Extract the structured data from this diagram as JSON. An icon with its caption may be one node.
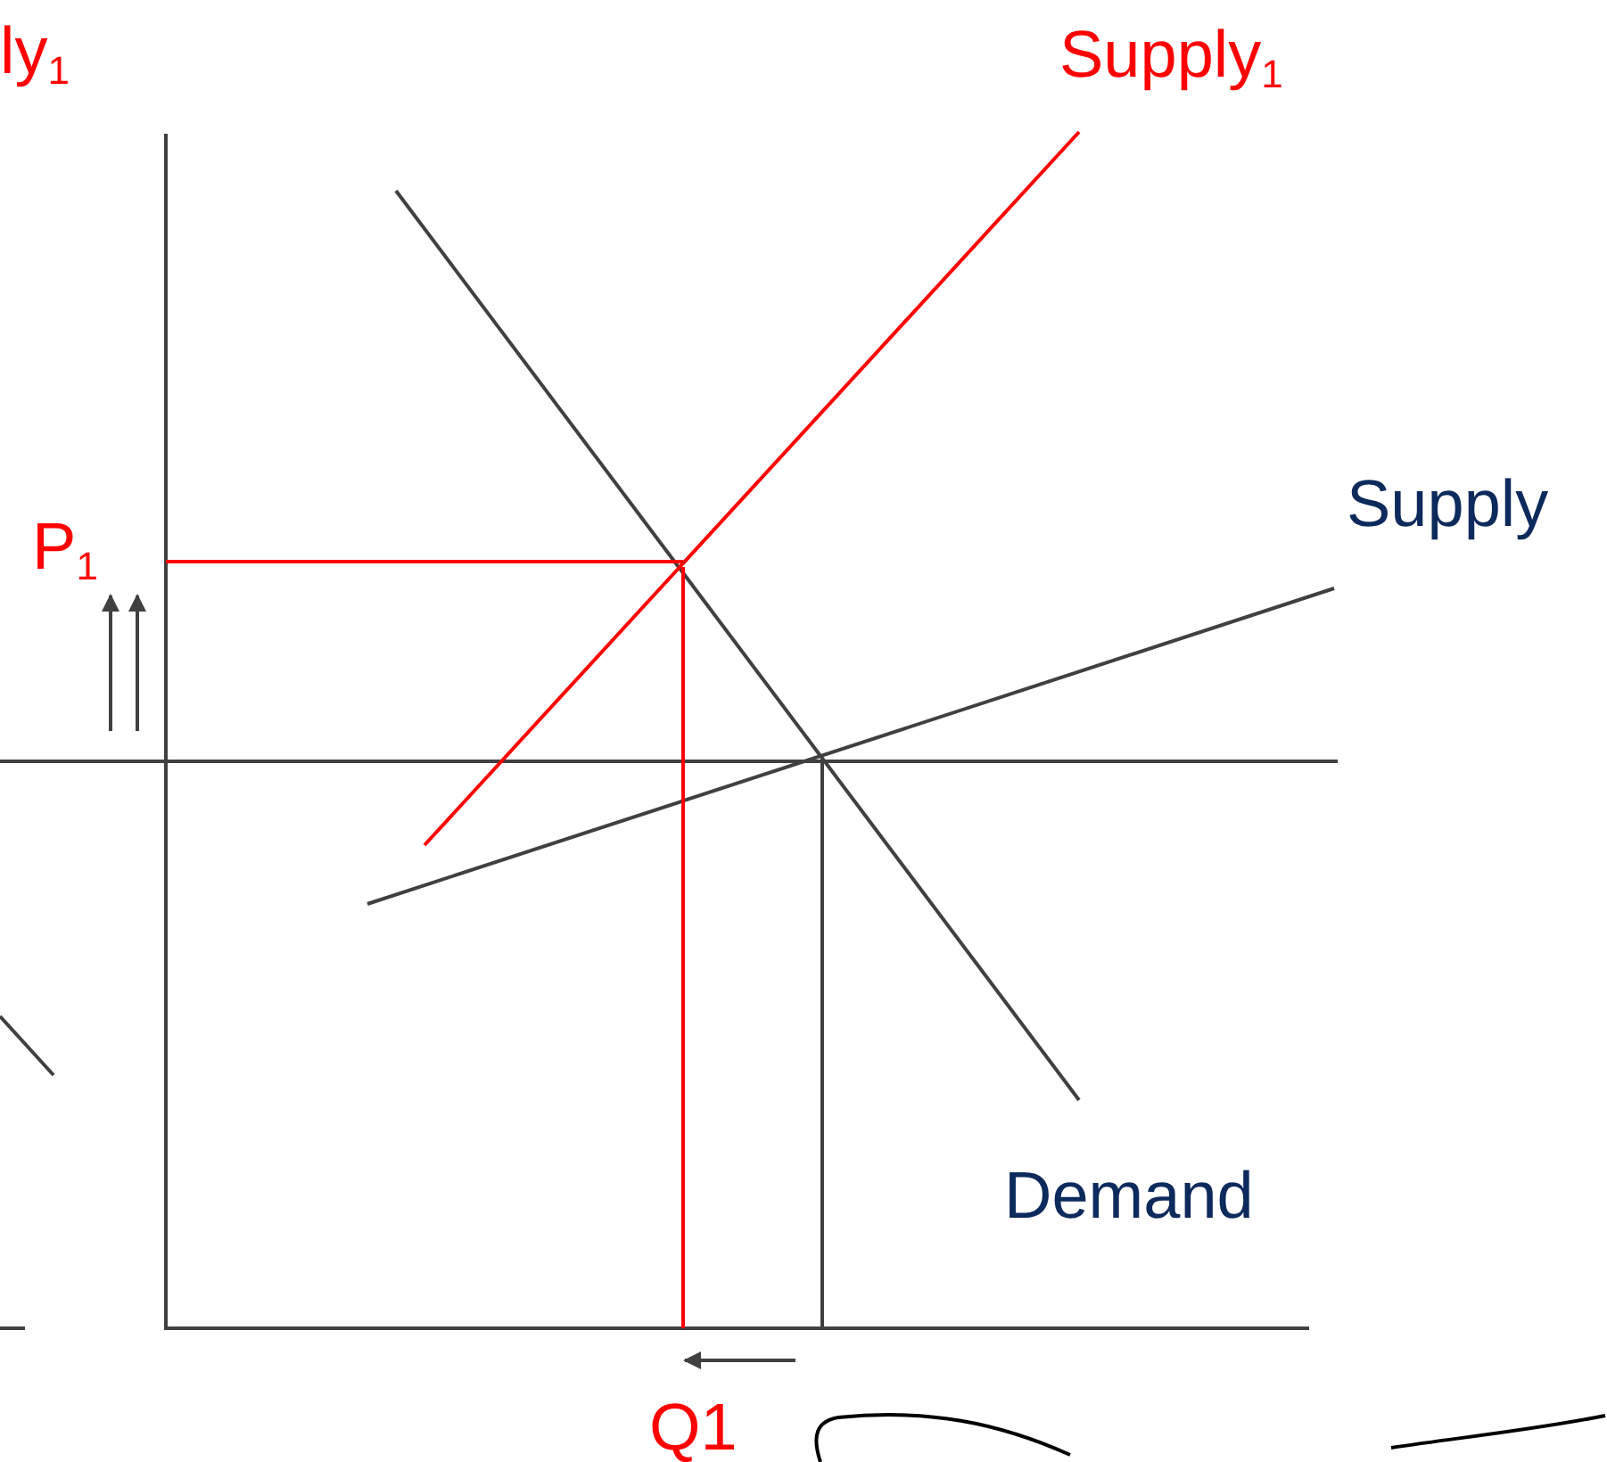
{
  "diagram": {
    "labels": [
      "ly$_{1}$",
      "Supply$_{1}$",
      "Supply",
      "P$_{1}$",
      "Demand",
      "Q1"
    ]
  }
}
